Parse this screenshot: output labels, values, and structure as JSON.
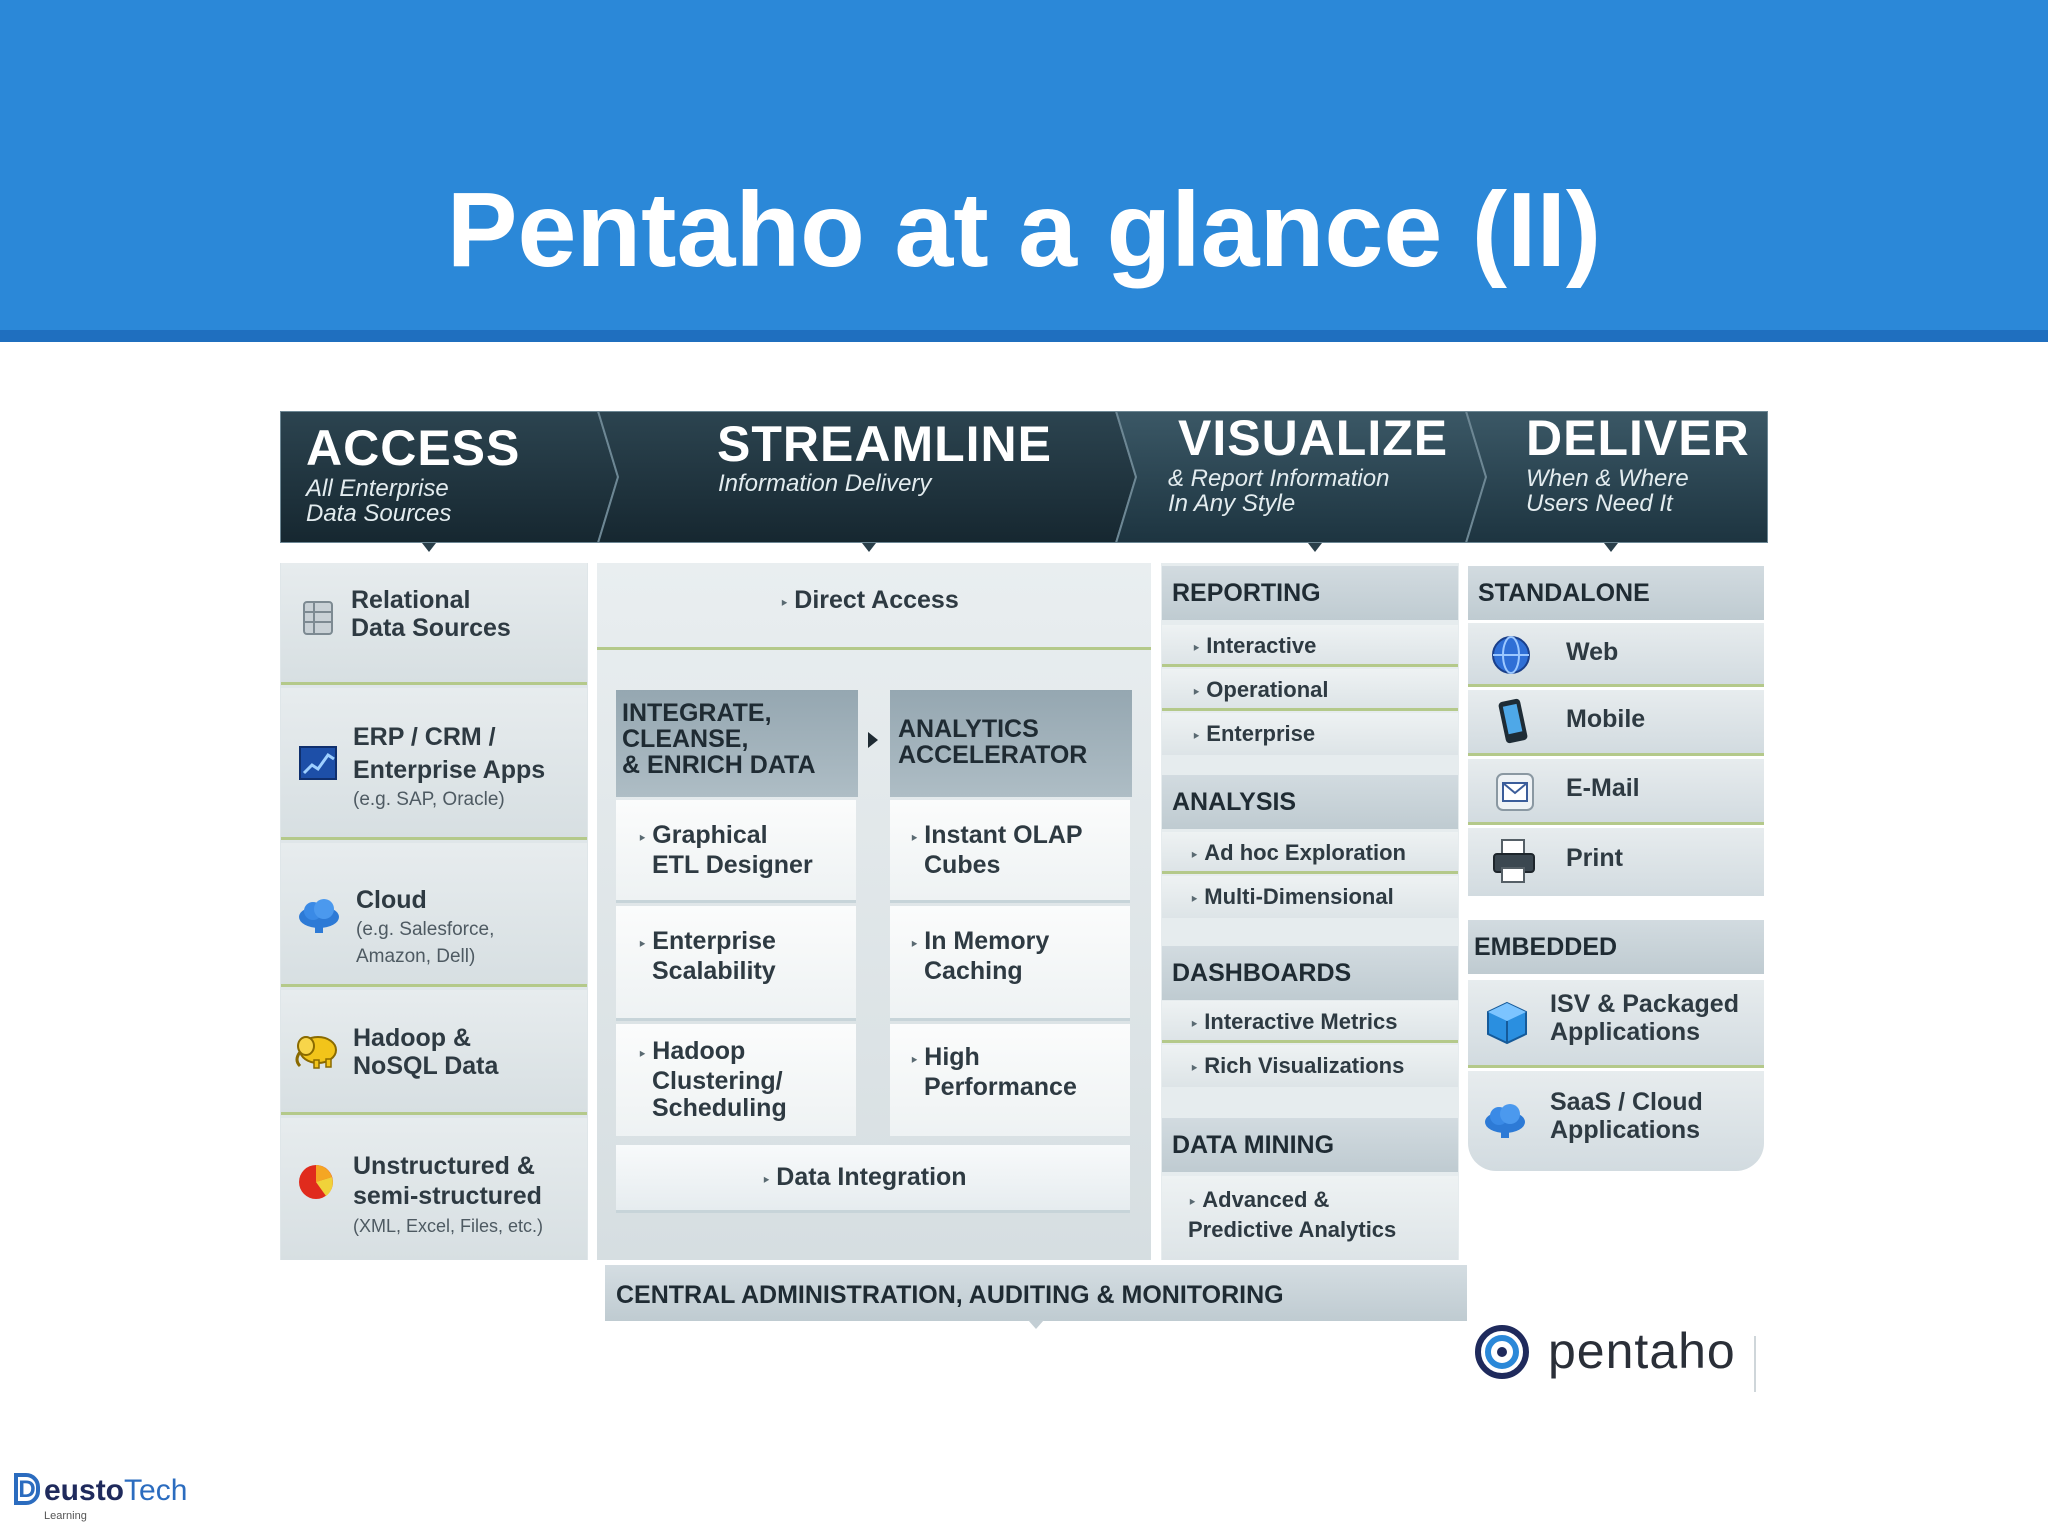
{
  "slide": {
    "title": "Pentaho at a glance (II)"
  },
  "phases": [
    {
      "title": "ACCESS",
      "subtitle_lines": [
        "All  Enterprise",
        "Data Sources"
      ]
    },
    {
      "title": "STREAMLINE",
      "subtitle_lines": [
        "Information  Delivery"
      ]
    },
    {
      "title": "VISUALIZE",
      "subtitle_lines": [
        "& Report Information",
        "In Any Style"
      ]
    },
    {
      "title": "DELIVER",
      "subtitle_lines": [
        "When & Where",
        "Users Need It"
      ]
    }
  ],
  "access": {
    "items": [
      {
        "lines": [
          "Relational",
          "Data Sources"
        ],
        "note_lines": []
      },
      {
        "lines": [
          "ERP / CRM /",
          "Enterprise Apps"
        ],
        "note_lines": [
          "(e.g. SAP, Oracle)"
        ]
      },
      {
        "lines": [
          "Cloud"
        ],
        "note_lines": [
          "(e.g. Salesforce,",
          "Amazon, Dell)"
        ]
      },
      {
        "lines": [
          "Hadoop &",
          "NoSQL Data"
        ],
        "note_lines": []
      },
      {
        "lines": [
          "Unstructured &",
          "semi-structured"
        ],
        "note_lines": [
          "(XML, Excel, Files, etc.)"
        ]
      }
    ]
  },
  "streamline": {
    "direct_access": "Direct Access",
    "integrate": {
      "title_lines": [
        "INTEGRATE,",
        "CLEANSE,",
        "& ENRICH DATA"
      ],
      "items": [
        [
          "Graphical",
          "ETL Designer"
        ],
        [
          "Enterprise",
          "Scalability"
        ],
        [
          "Hadoop",
          "Clustering/",
          "Scheduling"
        ]
      ]
    },
    "analytics": {
      "title_lines": [
        "ANALYTICS",
        "ACCELERATOR"
      ],
      "items": [
        [
          "Instant OLAP",
          "Cubes"
        ],
        [
          "In Memory",
          "Caching"
        ],
        [
          "High",
          "Performance"
        ]
      ]
    },
    "data_integration": "Data Integration"
  },
  "visualize": {
    "categories": [
      {
        "title": "REPORTING",
        "items": [
          "Interactive",
          "Operational",
          "Enterprise"
        ]
      },
      {
        "title": "ANALYSIS",
        "items": [
          "Ad hoc Exploration",
          "Multi-Dimensional"
        ]
      },
      {
        "title": "DASHBOARDS",
        "items": [
          "Interactive Metrics",
          "Rich Visualizations"
        ]
      },
      {
        "title": "DATA MINING",
        "items": [
          "Advanced &\nPredictive Analytics"
        ]
      }
    ]
  },
  "deliver": {
    "standalone": {
      "title": "STANDALONE",
      "items": [
        "Web",
        "Mobile",
        "E-Mail",
        "Print"
      ]
    },
    "embedded": {
      "title": "EMBEDDED",
      "items": [
        [
          "ISV & Packaged",
          "Applications"
        ],
        [
          "SaaS / Cloud",
          "Applications"
        ]
      ]
    }
  },
  "footer_bar": "CENTRAL ADMINISTRATION, AUDITING & MONITORING",
  "logos": {
    "pentaho": "pentaho",
    "deusto_d": "D",
    "deusto_eusto": "eusto",
    "deusto_tech": "Tech",
    "deusto_sub": "Learning"
  },
  "colors": {
    "header_blue": "#2b88d8",
    "banner_dark": "#1e323c",
    "accent_green": "#b4c98a",
    "pentaho_navy": "#1f2a5c"
  }
}
